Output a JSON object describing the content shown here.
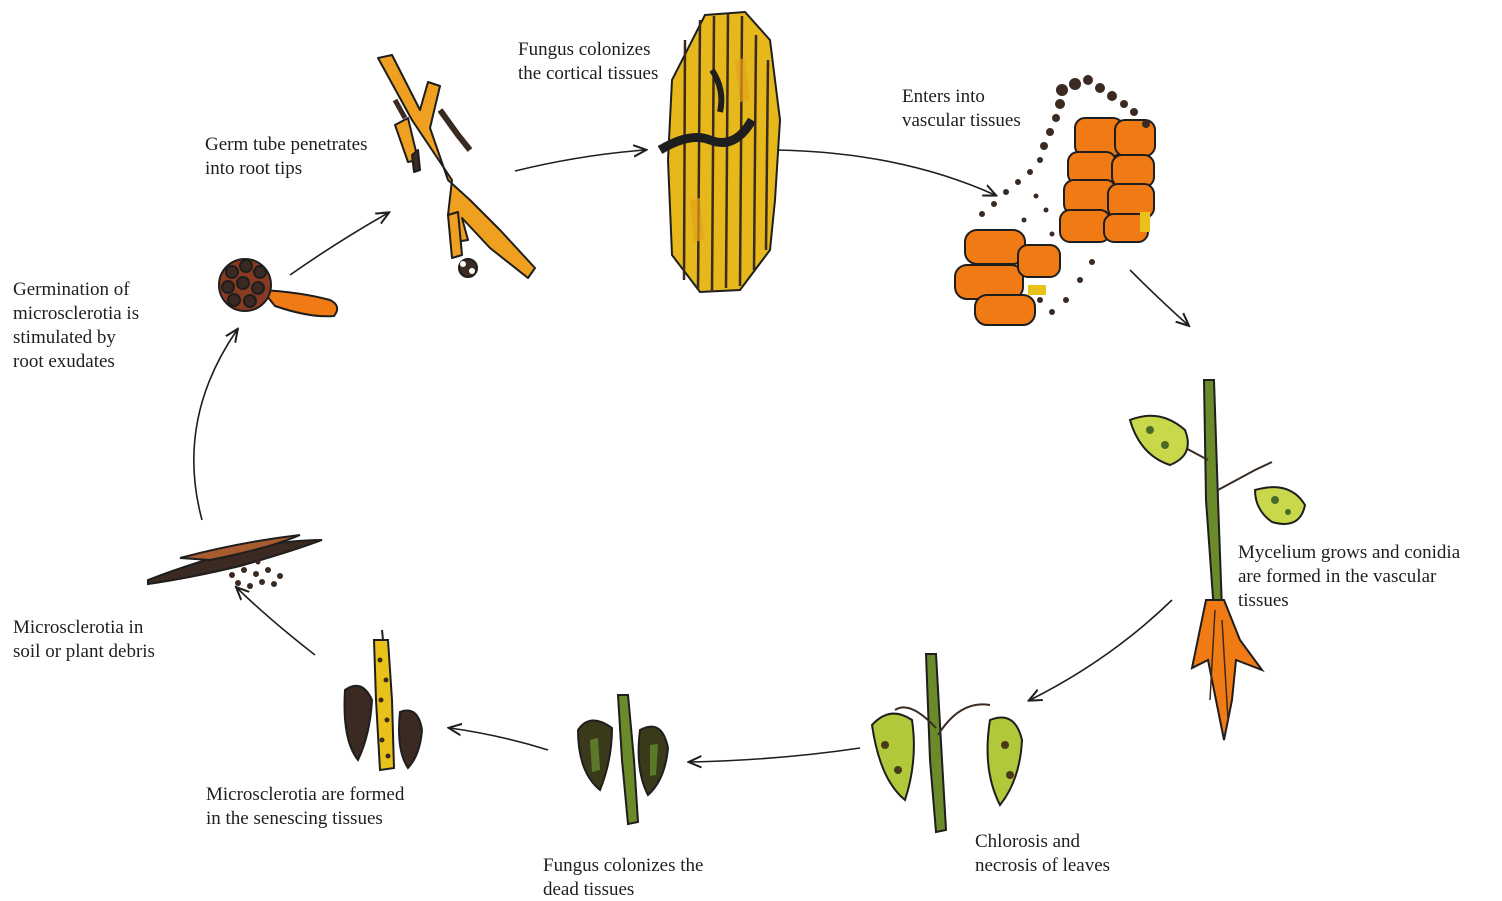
{
  "figure": {
    "colors": {
      "ink": "#1e1e1e",
      "orange": "#f07a14",
      "yellow": "#e8c21a",
      "green": "#5d7a2a",
      "dark": "#3a2a22"
    }
  },
  "stages": {
    "germ_tube": [
      "Germ tube penetrates",
      "into root tips"
    ],
    "cortical": [
      "Fungus colonizes",
      "the cortical  tissues"
    ],
    "vascular": [
      "Enters into",
      "vascular  tissues"
    ],
    "germination": [
      "Germination of",
      "microsclerotia is",
      "stimulated by",
      "root exudates"
    ],
    "mycelium": [
      "Mycelium grows and conidia",
      "are formed in the vascular",
      "tissues"
    ],
    "chlorosis": [
      "Chlorosis and",
      "necrosis of leaves"
    ],
    "dead_tissues": [
      "Fungus colonizes the",
      "dead tissues"
    ],
    "senescing": [
      "Microsclerotia are formed",
      "in the senescing tissues"
    ],
    "soil": [
      "Microsclerotia in",
      "soil or plant debris"
    ]
  }
}
